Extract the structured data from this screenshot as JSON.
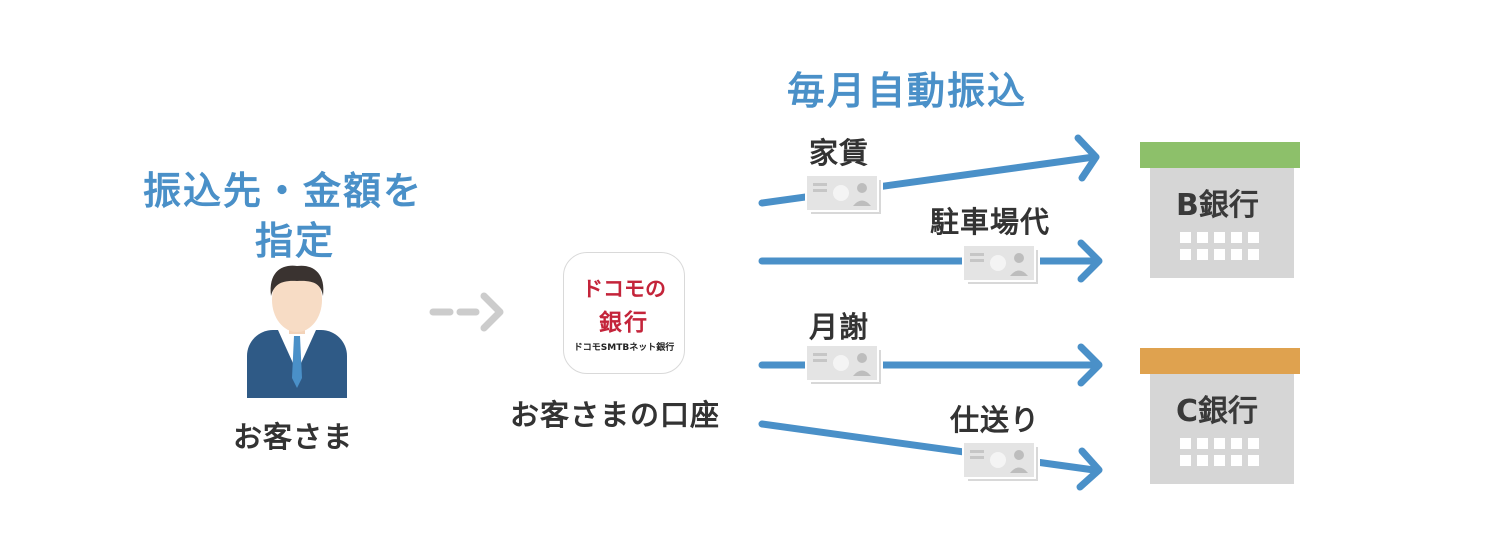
{
  "left_heading": {
    "line1": "振込先・金額を",
    "line2": "指定"
  },
  "customer_label": "お客さま",
  "account_label": "お客さまの口座",
  "app_icon": {
    "line1": "ドコモの",
    "line2": "銀行",
    "line3": "ドコモSMTBネット銀行"
  },
  "transfer_heading": "毎月自動振込",
  "transfers": [
    {
      "label": "家賃"
    },
    {
      "label": "駐車場代"
    },
    {
      "label": "月謝"
    },
    {
      "label": "仕送り"
    }
  ],
  "banks": [
    {
      "name": "B銀行",
      "color": "#8dc06a"
    },
    {
      "name": "C銀行",
      "color": "#dfa24f"
    }
  ],
  "colors": {
    "accent": "#4a90c8",
    "arrow": "#4a90c8",
    "dashed_arrow": "#cccccc",
    "brand": "#c4243a"
  }
}
